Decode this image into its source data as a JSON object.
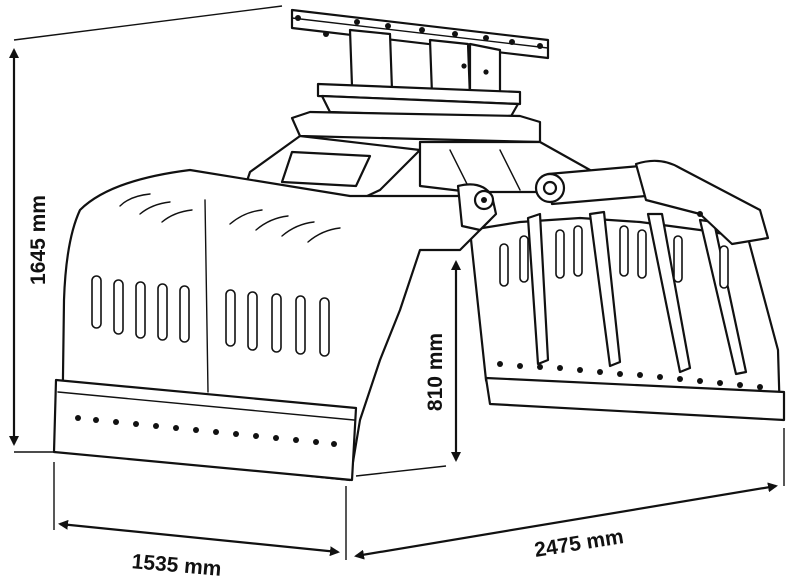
{
  "dimensions": {
    "height": "1645 mm",
    "width": "1535 mm",
    "length": "2475 mm",
    "open_height": "810 mm"
  },
  "colors": {
    "line": "#111111",
    "background": "#ffffff"
  }
}
